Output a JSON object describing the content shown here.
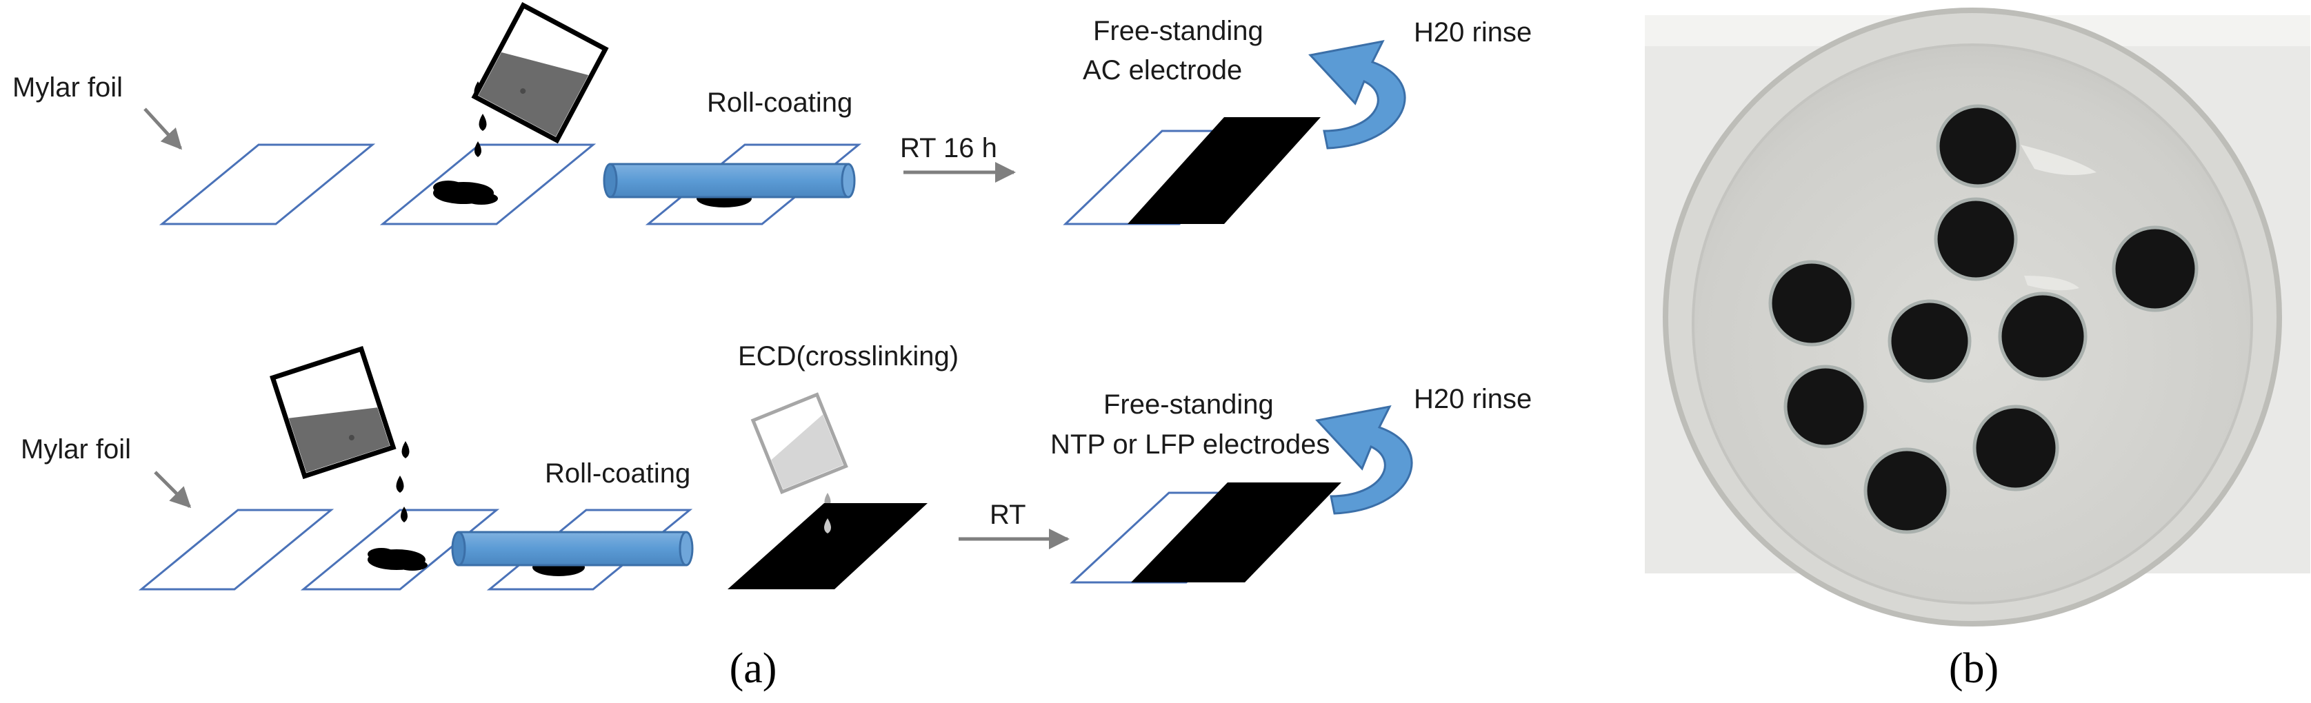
{
  "panel_a": {
    "caption": "(a)",
    "row1": {
      "substrate_label": "Mylar foil",
      "coating_label": "Roll-coating",
      "drying_label": "RT 16 h",
      "product_label_line1": "Free-standing",
      "product_label_line2": "AC electrode",
      "rinse_label": "H20 rinse"
    },
    "row2": {
      "substrate_label": "Mylar foil",
      "coating_label": "Roll-coating",
      "crosslink_label": "ECD(crosslinking)",
      "drying_label": "RT",
      "product_label_line1": "Free-standing",
      "product_label_line2": "NTP or LFP electrodes",
      "rinse_label": "H20 rinse"
    }
  },
  "panel_b": {
    "caption": "(b)"
  },
  "colors": {
    "foil_outline": "#4a72b8",
    "roller": "#5b9bd5",
    "roller_edge": "#3b6fa8",
    "arrow_gray": "#7f7f7f",
    "rinse_arrow": "#5b9bd5",
    "ink": "#000000",
    "beaker_fill_dark": "#6b6b6b",
    "beaker_fill_light": "#d6d6d6"
  }
}
